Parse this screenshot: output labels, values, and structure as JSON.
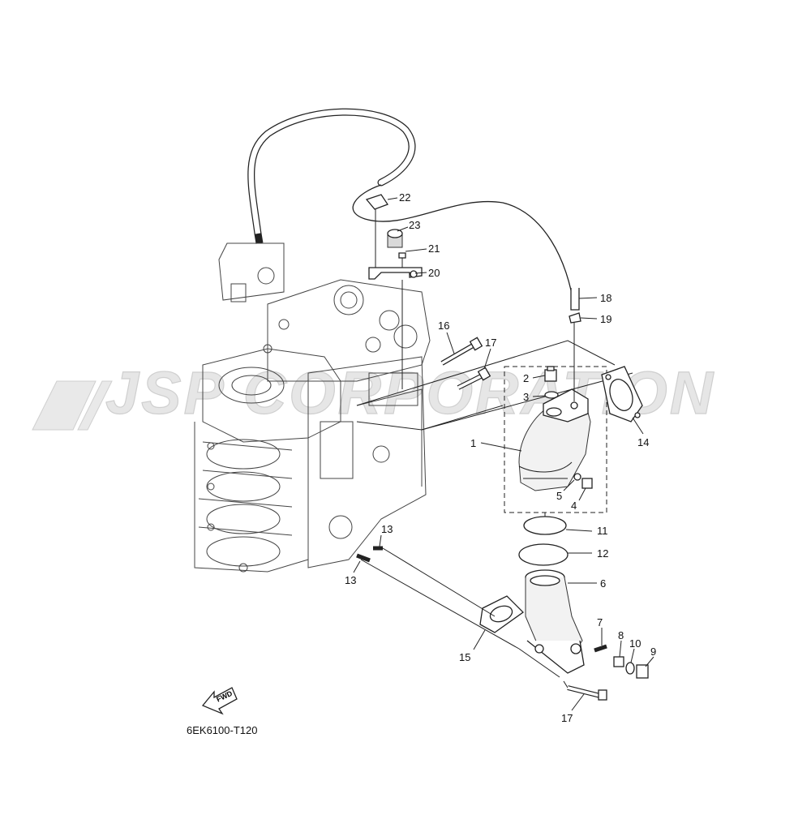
{
  "diagram": {
    "code": "6EK6100-T120",
    "watermark": "JSP CORPORATION",
    "fwd_label": "FWD",
    "callouts": [
      {
        "id": "c1",
        "label": "1"
      },
      {
        "id": "c2",
        "label": "2"
      },
      {
        "id": "c3",
        "label": "3"
      },
      {
        "id": "c4",
        "label": "4"
      },
      {
        "id": "c5",
        "label": "5"
      },
      {
        "id": "c6",
        "label": "6"
      },
      {
        "id": "c7",
        "label": "7"
      },
      {
        "id": "c8",
        "label": "8"
      },
      {
        "id": "c9",
        "label": "9"
      },
      {
        "id": "c10",
        "label": "10"
      },
      {
        "id": "c11",
        "label": "11"
      },
      {
        "id": "c12",
        "label": "12"
      },
      {
        "id": "c13a",
        "label": "13"
      },
      {
        "id": "c13b",
        "label": "13"
      },
      {
        "id": "c14",
        "label": "14"
      },
      {
        "id": "c15",
        "label": "15"
      },
      {
        "id": "c16",
        "label": "16"
      },
      {
        "id": "c17a",
        "label": "17"
      },
      {
        "id": "c17b",
        "label": "17"
      },
      {
        "id": "c18",
        "label": "18"
      },
      {
        "id": "c19",
        "label": "19"
      },
      {
        "id": "c20",
        "label": "20"
      },
      {
        "id": "c21",
        "label": "21"
      },
      {
        "id": "c22",
        "label": "22"
      },
      {
        "id": "c23",
        "label": "23"
      }
    ]
  }
}
